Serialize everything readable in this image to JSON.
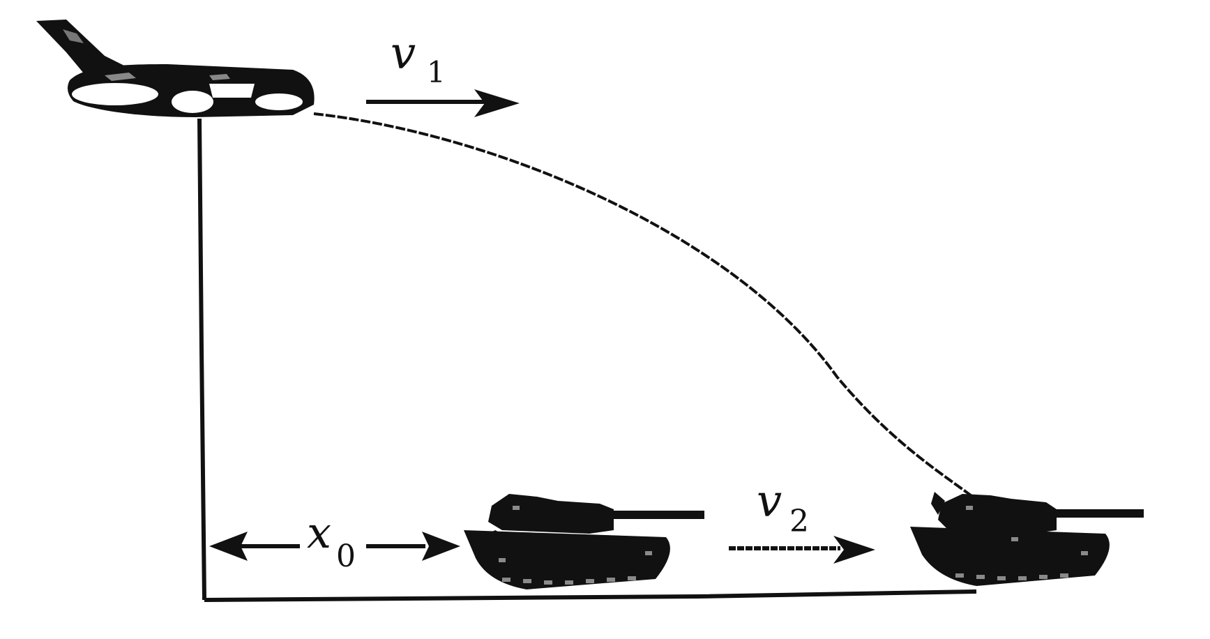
{
  "diagram": {
    "labels": {
      "v1": {
        "main": "v",
        "sub": "1"
      },
      "v2": {
        "main": "v",
        "sub": "2"
      },
      "x0": {
        "main": "x",
        "sub": "0"
      }
    },
    "colors": {
      "ink": "#111111",
      "background": "#ffffff",
      "tread": "#8a8a8a"
    },
    "objects": [
      "airplane",
      "bomb-trajectory",
      "tank-initial",
      "tank-hit",
      "ground-line"
    ]
  }
}
